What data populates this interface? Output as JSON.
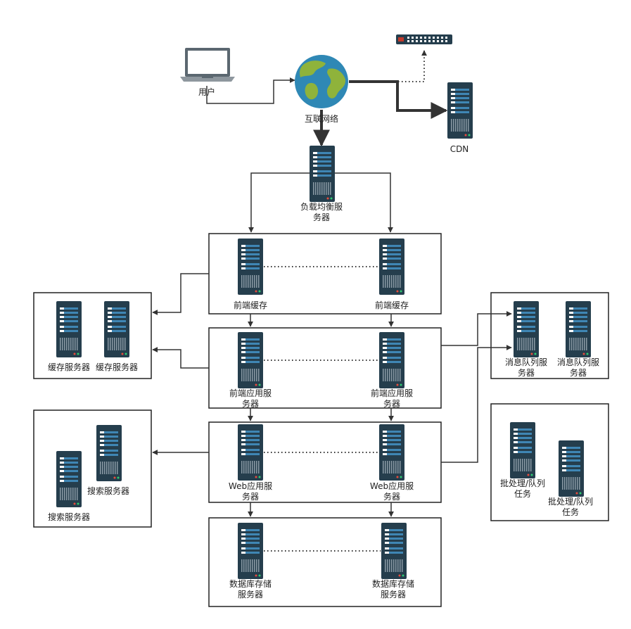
{
  "nodes": {
    "user": "用户",
    "internet": "互联网络",
    "cdn": "CDN",
    "load_balancer": [
      "负载均衡服",
      "务器"
    ],
    "front_cache_left": "前端缓存",
    "front_cache_right": "前端缓存",
    "front_app_left": [
      "前端应用服",
      "务器"
    ],
    "front_app_right": [
      "前端应用服",
      "务器"
    ],
    "web_app_left": [
      "Web应用服",
      "务器"
    ],
    "web_app_right": [
      "Web应用服",
      "务器"
    ],
    "db_left": [
      "数据库存储",
      "服务器"
    ],
    "db_right": [
      "数据库存储",
      "服务器"
    ],
    "cache_server_1": "缓存服务器",
    "cache_server_2": "缓存服务器",
    "search_server_1": "搜索服务器",
    "search_server_2": "搜索服务器",
    "mq_server_1": [
      "消息队列服",
      "务器"
    ],
    "mq_server_2": [
      "消息队列服",
      "务器"
    ],
    "batch_task_1": [
      "批处理/队列",
      "任务"
    ],
    "batch_task_2": [
      "批处理/队列",
      "任务"
    ]
  },
  "colors": {
    "server_body": "#253e4d",
    "server_panel": "#3f86b4",
    "globe_ocean": "#2f88b5",
    "globe_land": "#8fb33b",
    "line": "#333333"
  },
  "icons": {
    "server": "server-icon",
    "laptop": "laptop-icon",
    "globe": "globe-icon",
    "switch": "network-switch-icon"
  }
}
